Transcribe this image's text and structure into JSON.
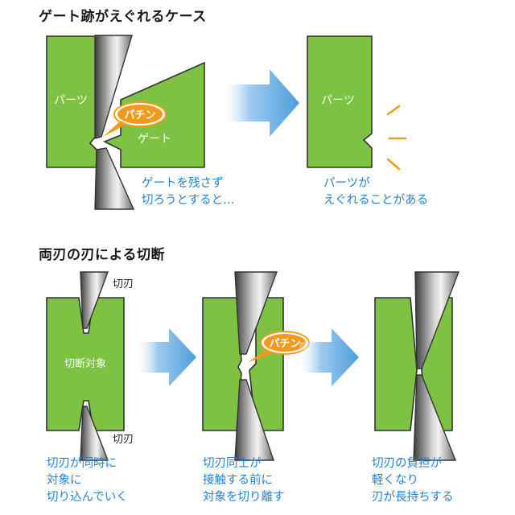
{
  "section1": {
    "title": "ゲート跡がえぐれるケース",
    "parts_label": "パーツ",
    "gate_label": "ゲート",
    "snap_label": "パチン",
    "caption_left": [
      "ゲートを残さず",
      "切ろうとすると…"
    ],
    "caption_right": [
      "パーツが",
      "えぐれることがある"
    ]
  },
  "section2": {
    "title": "両刃の刃による切断",
    "blade_label_top": "切刃",
    "blade_label_bottom": "切刃",
    "target_label": "切断対象",
    "snap_label": "パチン",
    "caption_1": [
      "切刃が同時に",
      "対象に",
      "切り込んでいく"
    ],
    "caption_2": [
      "切刃同士が",
      "接触する前に",
      "対象を切り離す"
    ],
    "caption_3": [
      "切刃の負担が",
      "軽くなり",
      "刃が長持ちする"
    ]
  },
  "colors": {
    "part_green": "#7dc242",
    "arrow_blue": "#5aa8e0",
    "snap_orange": "#f39a1e",
    "caption_blue": "#2a7fc9"
  }
}
